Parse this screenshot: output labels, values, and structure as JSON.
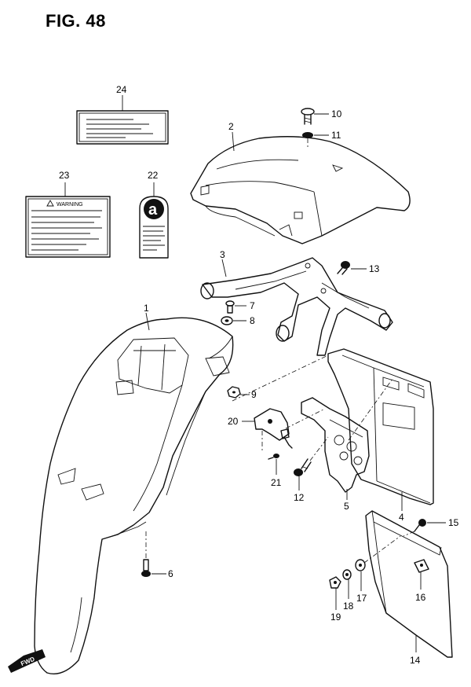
{
  "figure": {
    "title": "FIG. 48"
  },
  "labels": {
    "warning_text": "WARNING",
    "tag_glyph": "a",
    "fwd_text": "FWD"
  },
  "callouts": {
    "c1": "1",
    "c2": "2",
    "c3": "3",
    "c4": "4",
    "c5": "5",
    "c6": "6",
    "c7": "7",
    "c8": "8",
    "c9": "9",
    "c10": "10",
    "c11": "11",
    "c12": "12",
    "c13": "13",
    "c14": "14",
    "c15": "15",
    "c16": "16",
    "c17": "17",
    "c18": "18",
    "c19": "19",
    "c20": "20",
    "c21": "21",
    "c22": "22",
    "c23": "23",
    "c24": "24"
  }
}
